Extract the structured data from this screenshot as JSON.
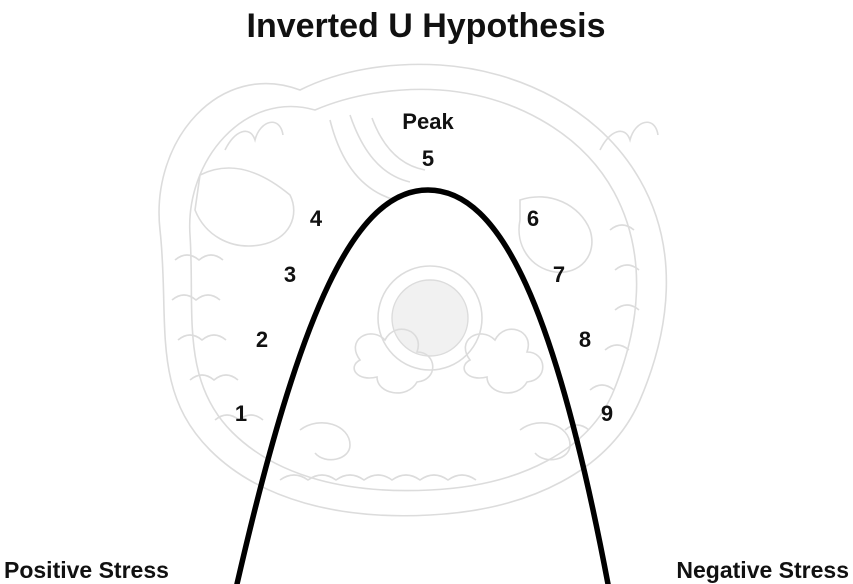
{
  "title": "Inverted U Hypothesis",
  "peak_label": "Peak",
  "points": [
    "1",
    "2",
    "3",
    "4",
    "5",
    "6",
    "7",
    "8",
    "9"
  ],
  "left_label": "Positive Stress",
  "right_label": "Negative Stress",
  "background_icon": "dragon-watermark-icon",
  "colors": {
    "curve": "#000000",
    "text": "#111111",
    "watermark": "#dcdcdc"
  }
}
